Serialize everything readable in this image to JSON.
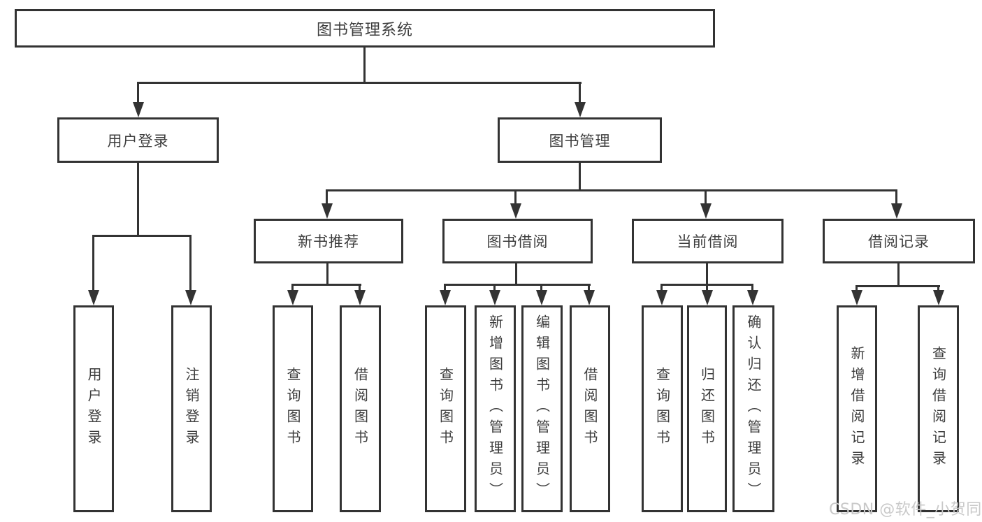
{
  "nodes": {
    "root": "图书管理系统",
    "user_login": "用户登录",
    "book_mgmt": "图书管理",
    "new_books": "新书推荐",
    "book_borrow": "图书借阅",
    "current_borrow": "当前借阅",
    "borrow_records": "借阅记录",
    "leaf_user_login": "用户登录",
    "leaf_logout": "注销登录",
    "leaf_nb_query": "查询图书",
    "leaf_nb_borrow": "借阅图书",
    "leaf_bb_query": "查询图书",
    "leaf_bb_add": "新增图书（管理员）",
    "leaf_bb_edit": "编辑图书（管理员）",
    "leaf_bb_borrow": "借阅图书",
    "leaf_cb_query": "查询图书",
    "leaf_cb_return": "归还图书",
    "leaf_cb_confirm": "确认归还（管理员）",
    "leaf_br_add": "新增借阅记录",
    "leaf_br_query": "查询借阅记录"
  },
  "watermark": "CSDN @软件_小贺同学",
  "colors": {
    "line": "#333333",
    "text": "#3d3d3d",
    "watermark": "#c9c9c9",
    "background": "#ffffff"
  }
}
